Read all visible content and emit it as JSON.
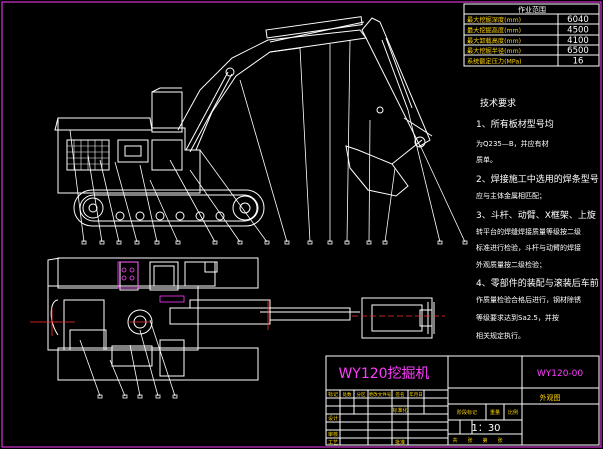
{
  "performance_table": {
    "title": "作业范围",
    "rows": [
      {
        "label": "最大挖掘深度(mm)",
        "value": "6040"
      },
      {
        "label": "最大挖掘高度(mm)",
        "value": "4500"
      },
      {
        "label": "最大卸载高度(mm)",
        "value": "4100"
      },
      {
        "label": "最大挖掘半径(mm)",
        "value": "6500"
      },
      {
        "label": "系统额定压力(MPa)",
        "value": "16"
      }
    ]
  },
  "tech_requirements": {
    "heading": "技术要求",
    "lines": [
      "1、所有板材型号均",
      "为Q235—B，并应有材",
      "质单。",
      "2、焊接施工中选用的焊条型号",
      "应与主体金属相匹配；",
      "3、斗杆、动臂、X框架、上旋",
      "转平台的焊缝焊接质量等级按二级",
      "标准进行检验，斗杆与动臂的焊接",
      "外观质量按二级检验；",
      "4、零部件的装配与滚装后车前",
      "作质量检验合格后进行，钢材除锈",
      "等级要求达到Sa2.5，并按",
      "相关规定执行。"
    ]
  },
  "title_block": {
    "product_name": "WY120挖掘机",
    "drawing_no": "WY120-00",
    "drawing_type": "外观图",
    "scale": "1：30",
    "row_labels": [
      "标记",
      "设计",
      "审核",
      "工艺"
    ],
    "header_labels": [
      "处数",
      "分区",
      "更改文件号",
      "签名",
      "年月日"
    ],
    "mid_labels": [
      "标准化",
      "批准"
    ],
    "stage_labels": [
      "阶段标记",
      "重量",
      "比例"
    ],
    "sheet_labels": [
      "共",
      "张",
      "第",
      "张"
    ]
  },
  "colors": {
    "background": "#000000",
    "lines": "#ffffff",
    "frame": "#ff3cff",
    "text_yellow": "#ffd400",
    "center_line": "#ff3030"
  }
}
